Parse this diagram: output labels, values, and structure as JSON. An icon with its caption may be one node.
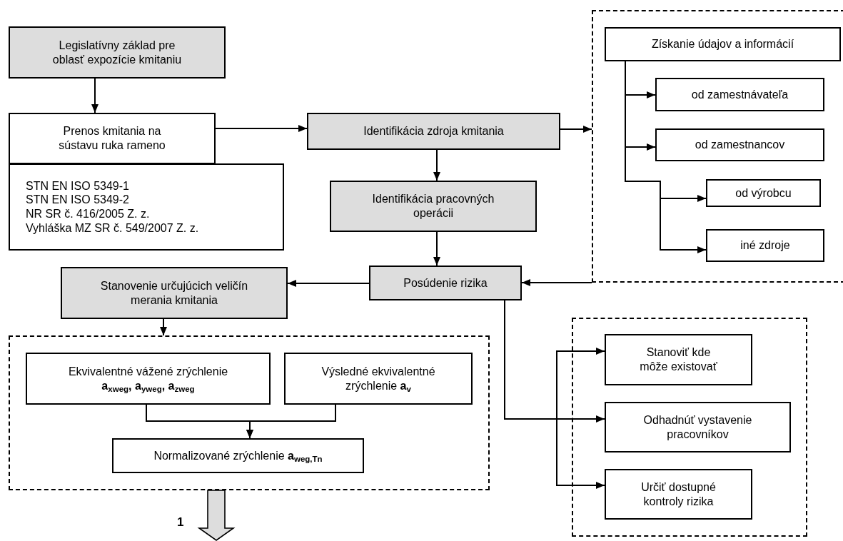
{
  "diagram": {
    "nodes": [
      {
        "text": [
          "Legislatívny základ pre oblasť expozície kmitaniu"
        ]
      },
      {
        "text": [
          "Prenos kmitania na sústavu ruka rameno"
        ]
      },
      {
        "text": [
          "STN EN ISO 5349-1",
          "STN EN ISO 5349-2",
          "NR SR č. 416/2005 Z. z.",
          "Vyhláška MZ SR č. 549/2007 Z. z."
        ]
      },
      {
        "text": [
          "Identifikácia zdroja kmitania"
        ]
      },
      {
        "text": [
          "Identifikácia pracovných operácii"
        ]
      },
      {
        "text": [
          "Posúdenie rizika"
        ]
      },
      {
        "text": [
          "Stanovenie určujúcich veličín merania kmitania"
        ]
      },
      {
        "text": [],
        "shape": "box"
      },
      {
        "text": [
          "Získanie údajov a informácií"
        ],
        "in": 7
      },
      {
        "text": [
          "od zamestnávateľa"
        ],
        "in": 7
      },
      {
        "text": [
          "od zamestnancov"
        ],
        "in": 7
      },
      {
        "text": [
          "od výrobcu"
        ],
        "in": 7
      },
      {
        "text": [
          "iné zdroje"
        ],
        "in": 7
      },
      {
        "text": [],
        "shape": "box"
      },
      {
        "text": [
          "Ekvivalentné vážené zrýchlenie **a**$_{xweg}$**, a**$_{yweg}$**, a**$_{zweg}$"
        ],
        "in": 13
      },
      {
        "text": [
          "Výsledné ekvivalentné zrýchlenie **a**$_{v}$"
        ],
        "in": 13
      },
      {
        "text": [
          "Normalizované zrýchlenie **a**$_{weg,Tn}$"
        ],
        "in": 13
      },
      {
        "text": [],
        "shape": "box"
      },
      {
        "text": [
          "Stanoviť kde môže existovať"
        ],
        "in": 17
      },
      {
        "text": [
          "Odhadnúť vystavenie pracovníkov"
        ],
        "in": 17
      },
      {
        "text": [
          "Určiť dostupné kontroly rizika"
        ],
        "in": 17
      }
    ],
    "edges": [
      {
        "from": 0,
        "to": 1,
        "arrow": "to"
      },
      {
        "from": 1,
        "to": 3,
        "arrow": "to"
      },
      {
        "from": 3,
        "to": 7,
        "arrow": "to"
      },
      {
        "from": 3,
        "to": 4,
        "arrow": "to"
      },
      {
        "from": 4,
        "to": 5,
        "arrow": "to"
      },
      {
        "from": 7,
        "to": 5,
        "arrow": "to"
      },
      {
        "from": 5,
        "to": 6,
        "arrow": "to"
      },
      {
        "from": 6,
        "to": 13,
        "arrow": "to"
      },
      {
        "from": 8,
        "to": 9,
        "arrow": "to"
      },
      {
        "from": 8,
        "to": 10,
        "arrow": "to"
      },
      {
        "from": 8,
        "to": 11,
        "arrow": "to"
      },
      {
        "from": 8,
        "to": 12,
        "arrow": "to"
      },
      {
        "from": 14,
        "to": 16,
        "arrow": "to"
      },
      {
        "from": 15,
        "to": 16,
        "arrow": "to"
      },
      {
        "from": 5,
        "to": 18,
        "arrow": "to"
      },
      {
        "from": 5,
        "to": 19,
        "arrow": "to"
      },
      {
        "from": 5,
        "to": 20,
        "arrow": "to"
      },
      {
        "from": 13,
        "to": null,
        "arrow": "to",
        "label": "1",
        "style": "thick"
      }
    ]
  }
}
